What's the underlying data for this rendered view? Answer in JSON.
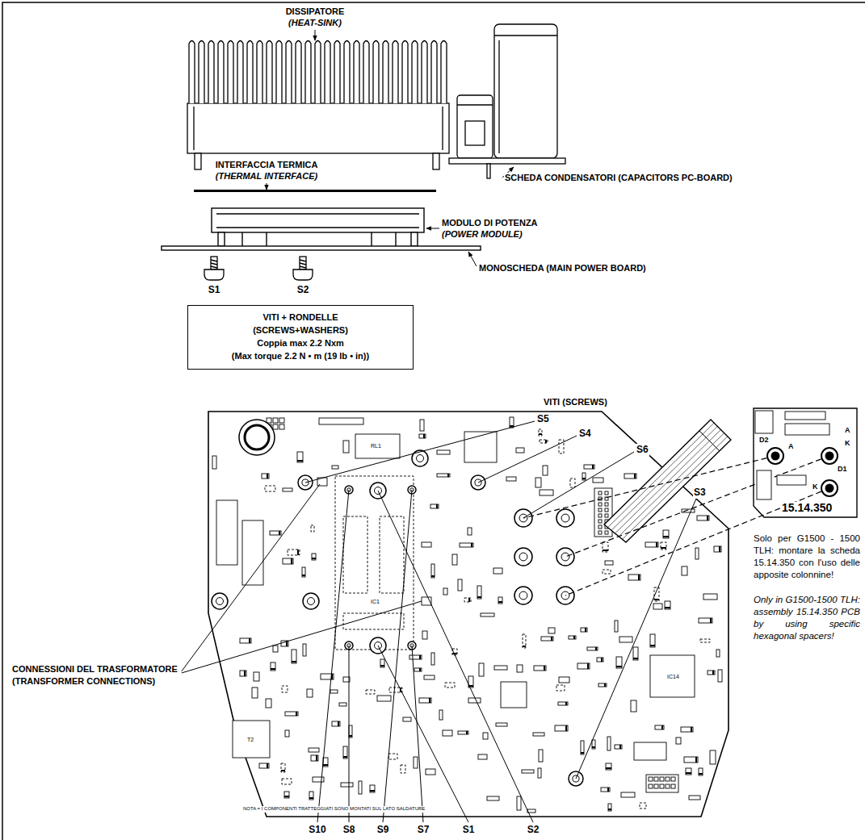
{
  "diagram": {
    "nodes": [
      {
        "text": [
          "VITI + RONDELLE",
          "(SCREWS+WASHERS)",
          "Coppia max 2.2 Nxm",
          "(Max torque 2.2 N • m (19 lb • in))"
        ]
      },
      {
        "text": [
          "A",
          "K",
          "D2",
          "D1",
          "A",
          "K",
          "15.14.350"
        ]
      }
    ],
    "labels": [
      "DISSIPATORE",
      "(HEAT-SINK)",
      "INTERFACCIA TERMICA",
      "(THERMAL INTERFACE)",
      "SCHEDA CONDENSATORI (CAPACITORS PC-BOARD)",
      "MODULO DI POTENZA",
      "(POWER MODULE)",
      "MONOSCHEDA (MAIN POWER BOARD)",
      "S1",
      "S2",
      "VITI (SCREWS)",
      "S5",
      "S4",
      "S6",
      "S3",
      "CONNESSIONI DEL TRASFORMATORE",
      "(TRANSFORMER CONNECTIONS)",
      "S10",
      "S8",
      "S9",
      "S7",
      "S1",
      "S2",
      "Solo per G1500 - 1500 TLH: montare la scheda 15.14.350 con l'uso delle apposite colonnine!",
      "Only in G1500-1500 TLH: assembly 15.14.350 PCB by using specific hexagonal spacers!",
      "NOTA = I COMPONENTI TRATTEGGIATI SONO MONTATI SUL LATO SALDATURE",
      "IC1",
      "RL1",
      "IC14",
      "T2"
    ]
  }
}
